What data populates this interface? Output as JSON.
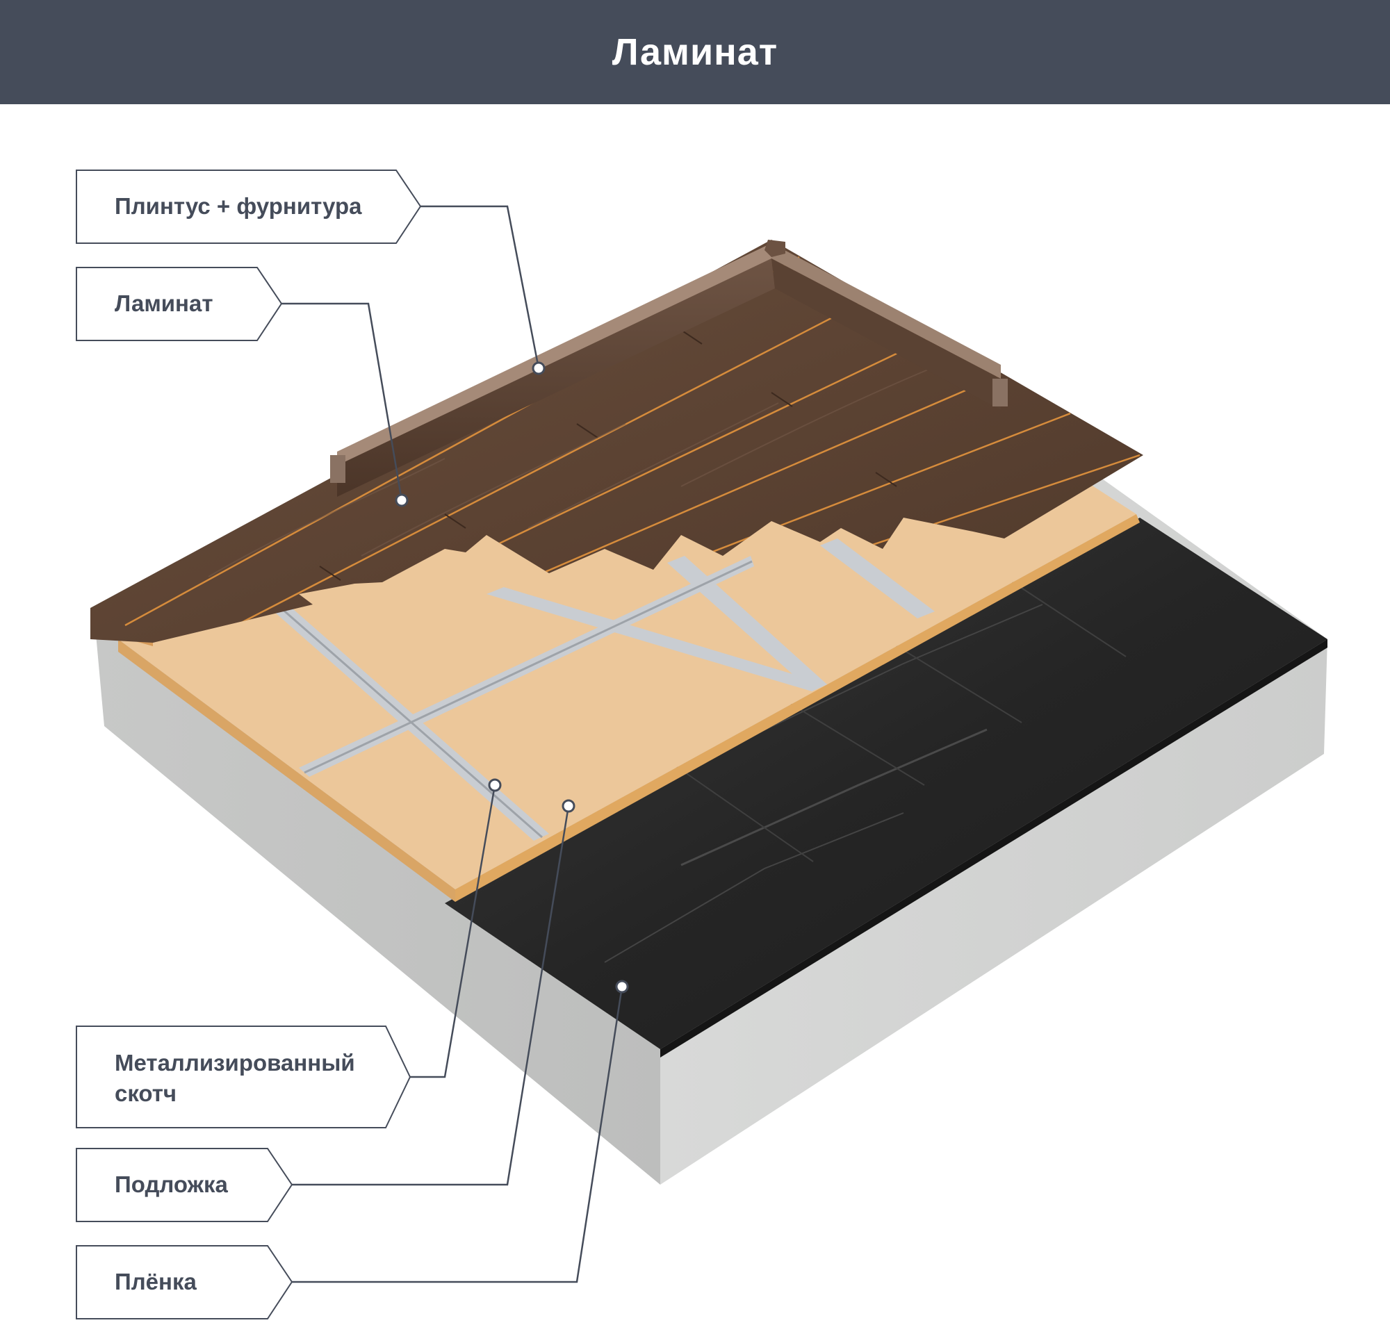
{
  "header": {
    "title": "Ламинат"
  },
  "labels": {
    "plinth": "Плинтус + фурнитура",
    "laminate": "Ламинат",
    "tape_line1": "Металлизированный",
    "tape_line2": "скотч",
    "underlay": "Подложка",
    "film": "Плёнка"
  },
  "colors": {
    "header_bg": "#454c5a",
    "header_text": "#ffffff",
    "label_text": "#454c5a",
    "leader_line": "#454c5a",
    "concrete": "#cfd0cf",
    "film": "#2a2a2a",
    "underlay": "#ecc79a",
    "tape": "#c8ccd1",
    "laminate": "#5e4535"
  }
}
